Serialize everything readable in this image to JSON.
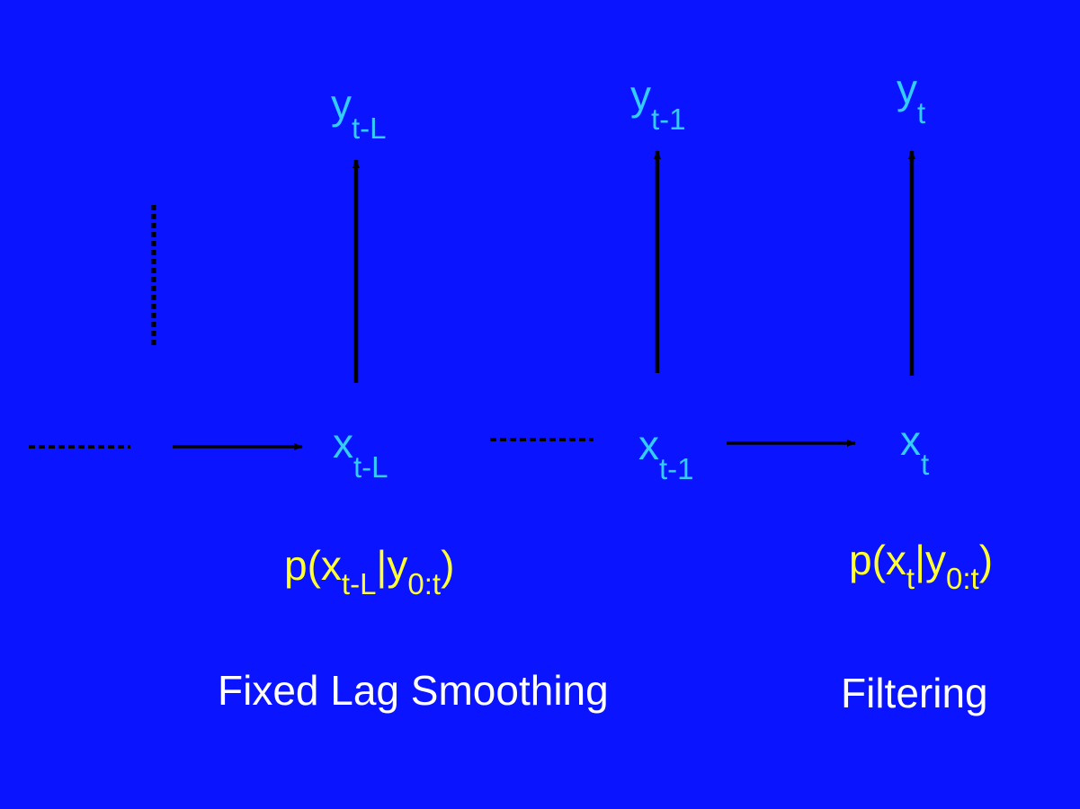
{
  "colors": {
    "background": "#0a14ff",
    "variable_text": "#33ccff",
    "probability_text": "#ffff33",
    "caption_text": "#ffffff",
    "arrow": "#000000"
  },
  "nodes": {
    "y_tL": {
      "base": "y",
      "sub": "t-L"
    },
    "y_t1": {
      "base": "y",
      "sub": "t-1"
    },
    "y_t": {
      "base": "y",
      "sub": "t"
    },
    "x_tL": {
      "base": "x",
      "sub": "t-L"
    },
    "x_t1": {
      "base": "x",
      "sub": "t-1"
    },
    "x_t": {
      "base": "x",
      "sub": "t"
    }
  },
  "probabilities": {
    "smoothing": {
      "open": "p(x",
      "sub1": "t-L",
      "bar": "|y",
      "sub2": "0:t",
      "close": ")"
    },
    "filtering": {
      "open": "p(x",
      "sub1": "t",
      "bar": "|y",
      "sub2": "0:t",
      "close": ")"
    }
  },
  "captions": {
    "smoothing": "Fixed Lag Smoothing",
    "filtering": "Filtering"
  }
}
